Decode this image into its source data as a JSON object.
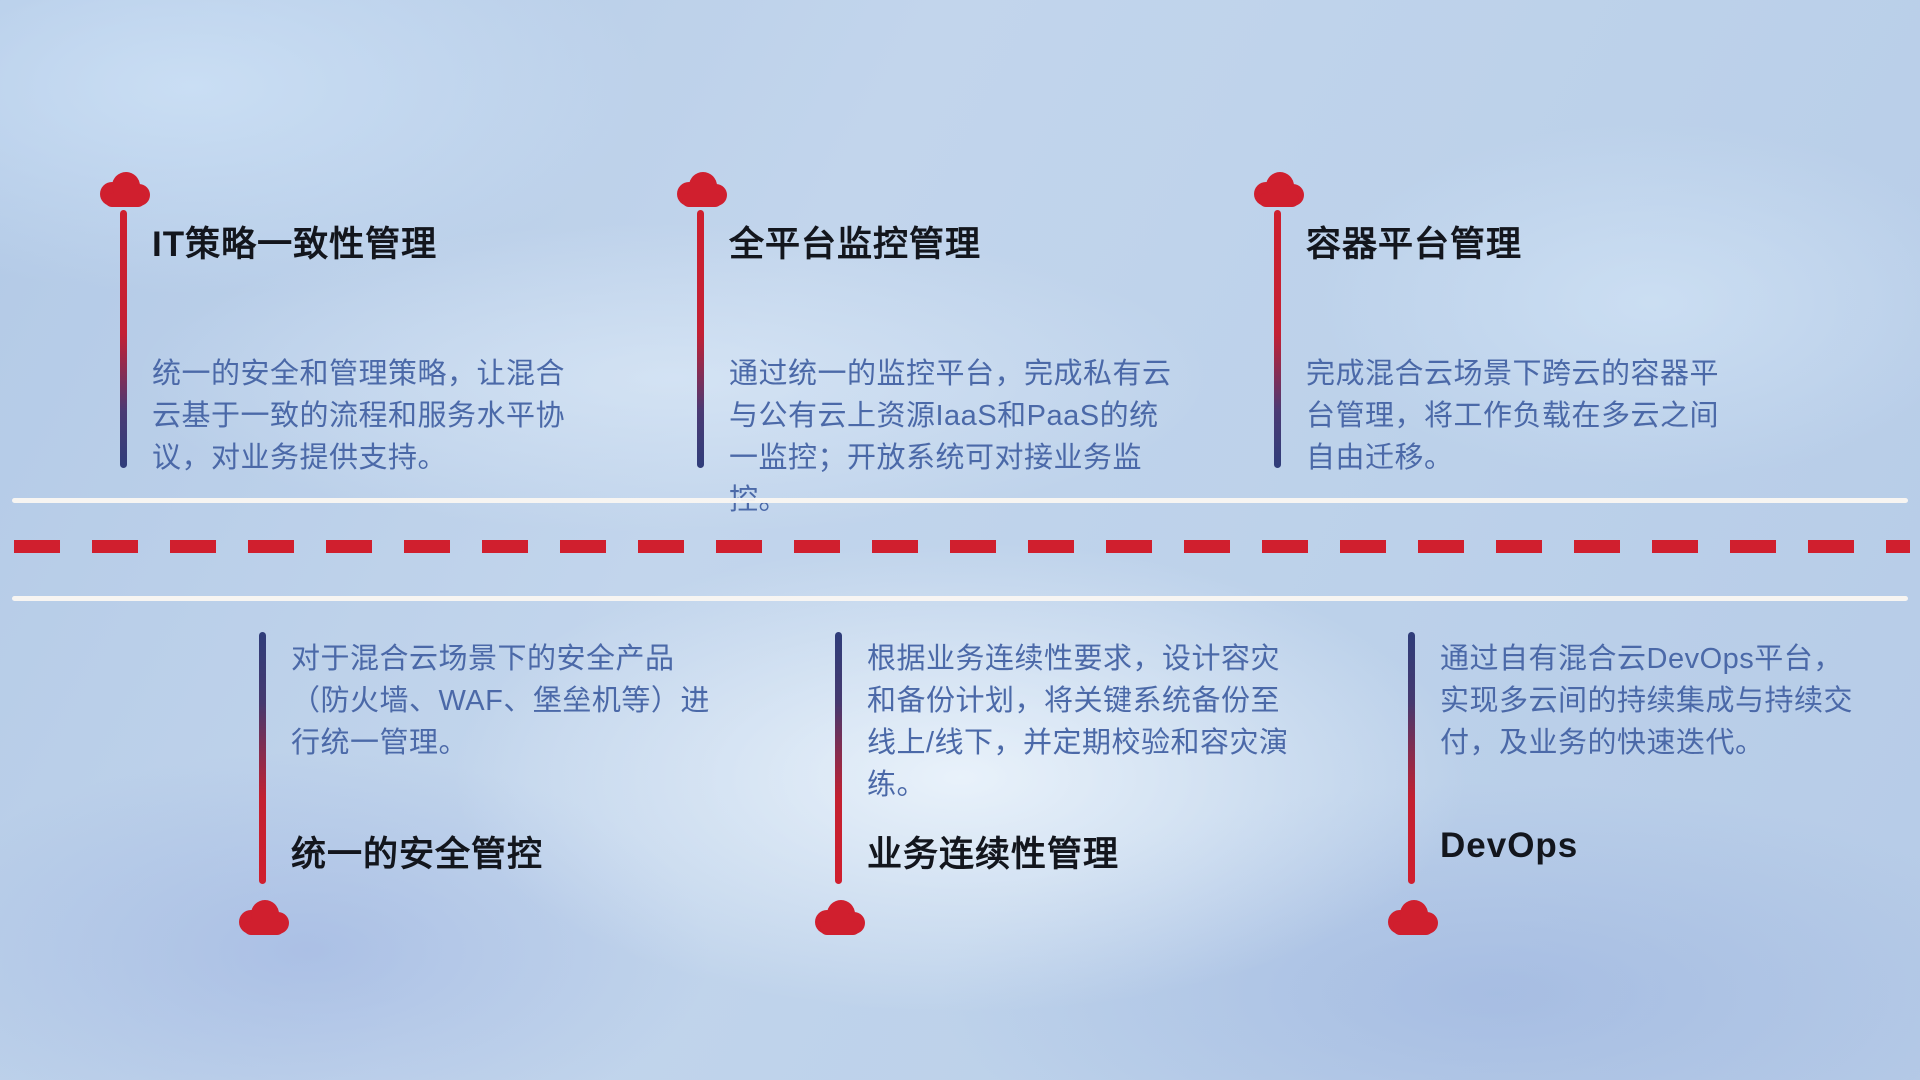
{
  "diagram": {
    "theme": "hybrid-cloud-capabilities-timeline",
    "colors": {
      "accent_red": "#d01f2e",
      "accent_navy": "#2f3d7a",
      "title_text": "#13161d",
      "description_text": "#4b69a8",
      "background_base": "#bcd1ea",
      "divider_white": "#faf7f2"
    },
    "icons": {
      "marker": "cloud-icon"
    }
  },
  "top_items": [
    {
      "title": "IT策略一致性管理",
      "desc": "统一的安全和管理策略，让混合云基于一致的流程和服务水平协议，对业务提供支持。"
    },
    {
      "title": "全平台监控管理",
      "desc": "通过统一的监控平台，完成私有云与公有云上资源IaaS和PaaS的统一监控；开放系统可对接业务监控。"
    },
    {
      "title": "容器平台管理",
      "desc": "完成混合云场景下跨云的容器平台管理，将工作负载在多云之间自由迁移。"
    }
  ],
  "bottom_items": [
    {
      "title": "统一的安全管控",
      "desc": "对于混合云场景下的安全产品（防火墙、WAF、堡垒机等）进行统一管理。"
    },
    {
      "title": "业务连续性管理",
      "desc": "根据业务连续性要求，设计容灾和备份计划，将关键系统备份至线上/线下，并定期校验和容灾演练。"
    },
    {
      "title": "DevOps",
      "desc": "通过自有混合云DevOps平台，实现多云间的持续集成与持续交付，及业务的快速迭代。"
    }
  ]
}
